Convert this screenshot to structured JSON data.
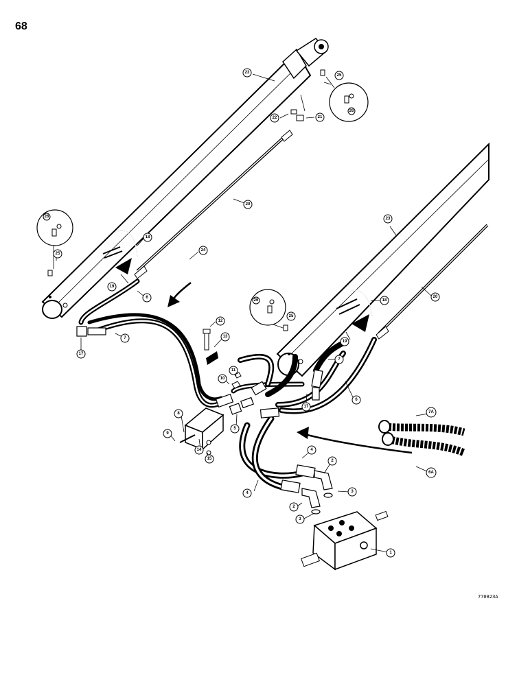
{
  "page": {
    "number": "68"
  },
  "figure": {
    "ref_code": "770823A"
  },
  "callouts": [
    {
      "id": "c1",
      "label": "1"
    },
    {
      "id": "c2a",
      "label": "2"
    },
    {
      "id": "c2b",
      "label": "2"
    },
    {
      "id": "c3a",
      "label": "3"
    },
    {
      "id": "c3b",
      "label": "3"
    },
    {
      "id": "c4a",
      "label": "4"
    },
    {
      "id": "c4b",
      "label": "4"
    },
    {
      "id": "c5",
      "label": "5"
    },
    {
      "id": "c6a",
      "label": "6"
    },
    {
      "id": "c6b",
      "label": "6"
    },
    {
      "id": "c6A",
      "label": "6A"
    },
    {
      "id": "c7a",
      "label": "7"
    },
    {
      "id": "c7b",
      "label": "7"
    },
    {
      "id": "c7A",
      "label": "7A"
    },
    {
      "id": "c8",
      "label": "8"
    },
    {
      "id": "c9",
      "label": "9"
    },
    {
      "id": "c10",
      "label": "10"
    },
    {
      "id": "c11",
      "label": "11"
    },
    {
      "id": "c12",
      "label": "12"
    },
    {
      "id": "c13",
      "label": "13"
    },
    {
      "id": "c14",
      "label": "14"
    },
    {
      "id": "c15",
      "label": "15"
    },
    {
      "id": "c17a",
      "label": "17"
    },
    {
      "id": "c17b",
      "label": "17"
    },
    {
      "id": "c18a",
      "label": "18"
    },
    {
      "id": "c18b",
      "label": "18"
    },
    {
      "id": "c19a",
      "label": "19"
    },
    {
      "id": "c19b",
      "label": "19"
    },
    {
      "id": "c20a",
      "label": "20"
    },
    {
      "id": "c20b",
      "label": "20"
    },
    {
      "id": "c21",
      "label": "21"
    },
    {
      "id": "c22",
      "label": "22"
    },
    {
      "id": "c23a",
      "label": "23"
    },
    {
      "id": "c23b",
      "label": "23"
    },
    {
      "id": "c24",
      "label": "24"
    },
    {
      "id": "c25a",
      "label": "25"
    },
    {
      "id": "c25b",
      "label": "25"
    },
    {
      "id": "c25c",
      "label": "25"
    },
    {
      "id": "c26a",
      "label": "26"
    },
    {
      "id": "c26b",
      "label": "26"
    },
    {
      "id": "c26c",
      "label": "26"
    }
  ]
}
